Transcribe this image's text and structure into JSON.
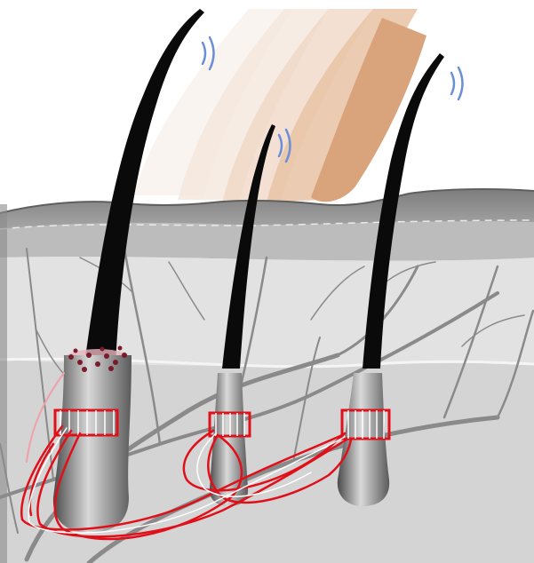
{
  "figure": {
    "hairs": [
      {
        "name": "left-hair",
        "hair_color": "#0a0a0a"
      },
      {
        "name": "middle-hair",
        "hair_color": "#0a0a0a"
      },
      {
        "name": "right-hair",
        "hair_color": "#0a0a0a"
      }
    ],
    "vibration_marks": 3,
    "colors": {
      "skin_surface": "#8c8c8c",
      "epidermis": "#bdbdbd",
      "dermis": "#d7d7d7",
      "deep_layer": "#cfcfcf",
      "nerve_fibers": "#e0101a",
      "blood_vessels": "#8a8a8a",
      "finger": "#d9a47c",
      "vibration_icon": "#6b8fd6"
    },
    "icons": [
      "finger-stroke-icon",
      "vibration-icon"
    ]
  }
}
